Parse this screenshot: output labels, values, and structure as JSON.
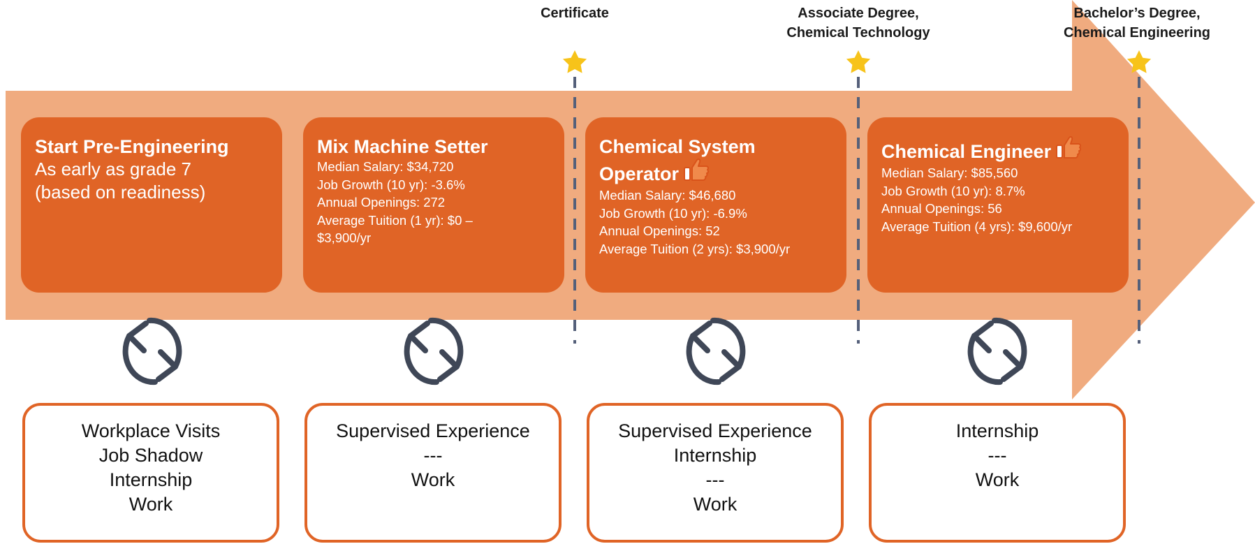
{
  "milestones": [
    {
      "lines": [
        "Certificate"
      ],
      "icon": "star-icon"
    },
    {
      "lines": [
        "Associate Degree,",
        "Chemical Technology"
      ],
      "icon": "star-icon"
    },
    {
      "lines": [
        "Bachelor’s Degree,",
        "Chemical Engineering"
      ],
      "icon": "star-icon"
    }
  ],
  "stages": [
    {
      "title": "Start Pre-Engineering",
      "subtitle": [
        "As early as grade 7",
        "(based on readiness)"
      ]
    },
    {
      "title": "Mix Machine Setter",
      "stats": [
        "Median Salary: $34,720",
        "Job Growth (10 yr): -3.6%",
        "Annual Openings: 272",
        "Average Tuition (1 yr): $0 –",
        "$3,900/yr"
      ]
    },
    {
      "title_lines": [
        "Chemical System",
        "Operator"
      ],
      "thumb": "thumbs-up-icon",
      "stats": [
        "Median Salary: $46,680",
        "Job Growth (10 yr): -6.9%",
        "Annual Openings: 52",
        "Average Tuition (2 yrs): $3,900/yr"
      ]
    },
    {
      "title": "Chemical Engineer",
      "thumb": "thumbs-up-icon",
      "stats": [
        "Median Salary: $85,560",
        "Job Growth (10 yr): 8.7%",
        "Annual Openings: 56",
        "Average Tuition (4 yrs): $9,600/yr"
      ]
    }
  ],
  "experiences": [
    {
      "lines": [
        "Workplace Visits",
        "Job Shadow",
        "Internship",
        "Work"
      ]
    },
    {
      "lines": [
        "Supervised Experience",
        "---",
        "Work"
      ]
    },
    {
      "lines": [
        "Supervised Experience",
        "Internship",
        "---",
        "Work"
      ]
    },
    {
      "lines": [
        "Internship",
        "---",
        "Work"
      ]
    }
  ],
  "cycle_icon": "refresh-cycle-icon",
  "colors": {
    "arrow": "#f0ab7f",
    "stage": "#e06426",
    "cycle": "#3f4757",
    "star": "#f7c31a",
    "dash": "#55607a"
  }
}
